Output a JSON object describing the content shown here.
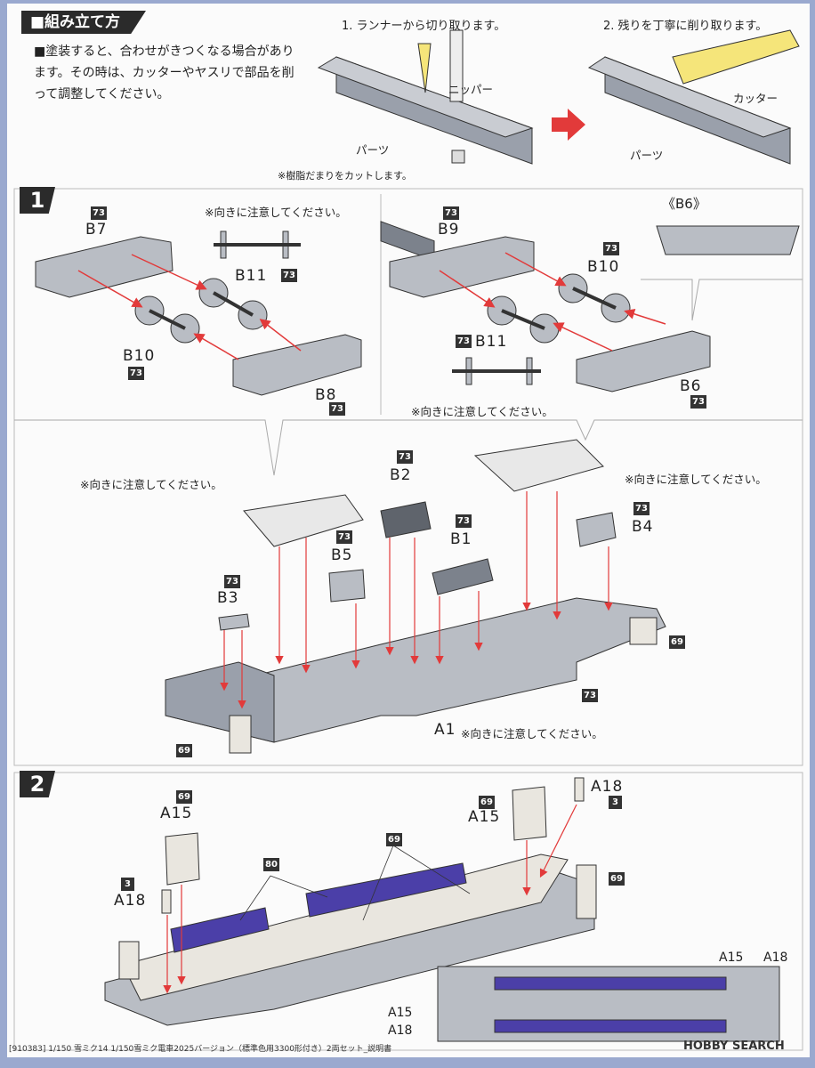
{
  "header": {
    "title": "■組み立て方"
  },
  "intro": {
    "text": "■塗装すると、合わせがきつくなる場合があります。その時は、カッターやヤスリで部品を削って調整してください。"
  },
  "cut_steps": {
    "step1": "1. ランナーから切り取ります。",
    "step2": "2. 残りを丁寧に削り取ります。",
    "nipper": "ニッパー",
    "cutter": "カッター",
    "parts": "パーツ",
    "resin_note": "※樹脂だまりをカットします。"
  },
  "steps": {
    "s1": "1",
    "s2": "2"
  },
  "notes": {
    "orientation": "※向きに注意してください。"
  },
  "runners": {
    "r73": "73",
    "r69": "69",
    "r80": "80",
    "r3": "3"
  },
  "parts": {
    "b1": "B1",
    "b2": "B2",
    "b3": "B3",
    "b4": "B4",
    "b5": "B5",
    "b6": "B6",
    "b6_detail": "《B6》",
    "b7": "B7",
    "b8": "B8",
    "b9": "B9",
    "b10": "B10",
    "b11": "B11",
    "a1": "A1",
    "a15": "A15",
    "a18": "A18"
  },
  "footer": {
    "caption": "[910383] 1/150 雪ミク14 1/150雪ミク電車2025バージョン（標準色用3300形付き）2両セット_説明書",
    "logo": "HOBBY SEARCH"
  }
}
